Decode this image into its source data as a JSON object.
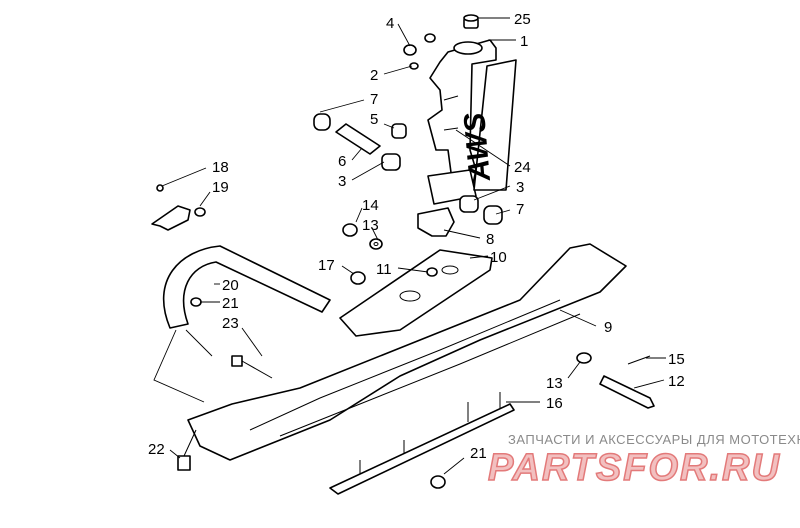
{
  "callouts": [
    {
      "id": "1",
      "label": "1"
    },
    {
      "id": "2",
      "label": "2"
    },
    {
      "id": "3a",
      "label": "3"
    },
    {
      "id": "3b",
      "label": "3"
    },
    {
      "id": "4",
      "label": "4"
    },
    {
      "id": "5",
      "label": "5"
    },
    {
      "id": "6",
      "label": "6"
    },
    {
      "id": "7a",
      "label": "7"
    },
    {
      "id": "7b",
      "label": "7"
    },
    {
      "id": "8",
      "label": "8"
    },
    {
      "id": "9",
      "label": "9"
    },
    {
      "id": "10",
      "label": "10"
    },
    {
      "id": "11",
      "label": "11"
    },
    {
      "id": "12",
      "label": "12"
    },
    {
      "id": "13a",
      "label": "13"
    },
    {
      "id": "13b",
      "label": "13"
    },
    {
      "id": "14",
      "label": "14"
    },
    {
      "id": "15",
      "label": "15"
    },
    {
      "id": "16",
      "label": "16"
    },
    {
      "id": "17",
      "label": "17"
    },
    {
      "id": "18",
      "label": "18"
    },
    {
      "id": "19",
      "label": "19"
    },
    {
      "id": "20",
      "label": "20"
    },
    {
      "id": "21a",
      "label": "21"
    },
    {
      "id": "21b",
      "label": "21"
    },
    {
      "id": "22",
      "label": "22"
    },
    {
      "id": "23",
      "label": "23"
    },
    {
      "id": "24",
      "label": "24"
    },
    {
      "id": "25",
      "label": "25"
    }
  ],
  "spindle_brand": "AWS",
  "watermark": {
    "tagline": "ЗАПЧАСТИ И АКСЕССУАРЫ ДЛЯ МОТОТЕХНИКИ",
    "site": "PARTSFOR.RU"
  }
}
